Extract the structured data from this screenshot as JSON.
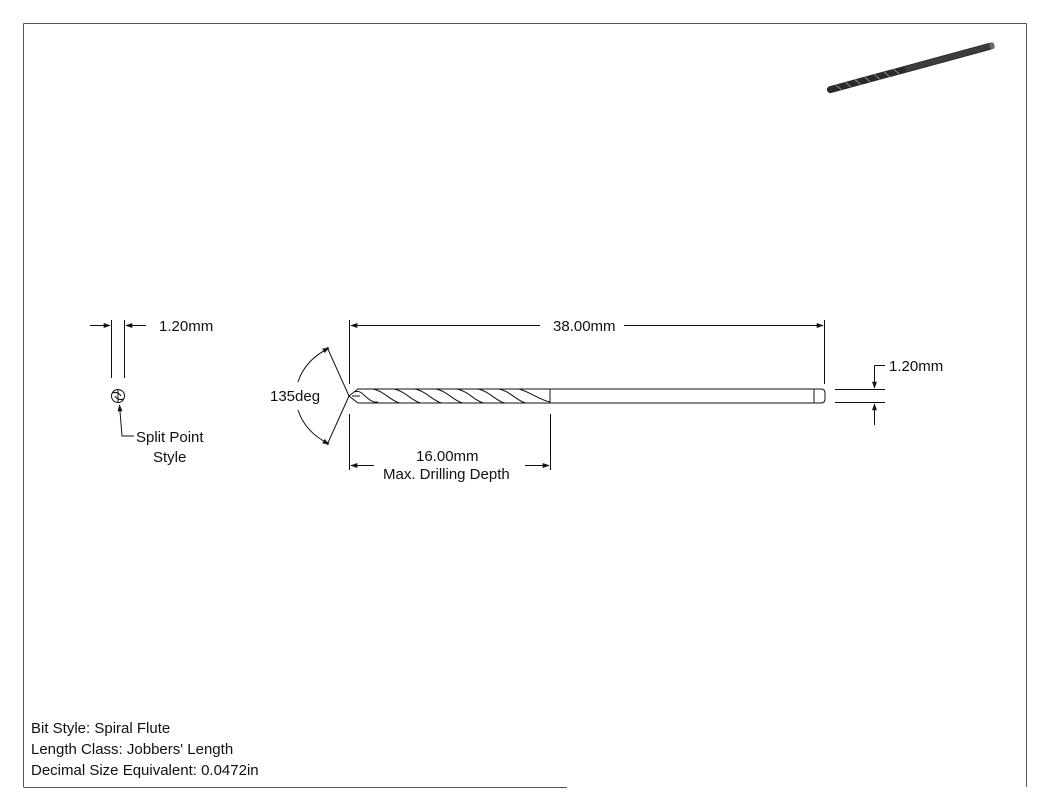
{
  "dimensions": {
    "end_view_diameter": "1.20mm",
    "overall_length": "38.00mm",
    "shank_diameter": "1.20mm",
    "point_angle": "135deg",
    "drilling_depth": "16.00mm",
    "drilling_depth_label": "Max. Drilling Depth"
  },
  "callouts": {
    "point_style_line1": "Split Point",
    "point_style_line2": "Style"
  },
  "specs": {
    "bit_style": "Bit Style: Spiral Flute",
    "length_class": "Length Class: Jobbers' Length",
    "decimal_size": "Decimal Size Equivalent: 0.0472in"
  },
  "colors": {
    "line": "#111111",
    "frame": "#555555",
    "iso_body": "#2a2a2a"
  }
}
